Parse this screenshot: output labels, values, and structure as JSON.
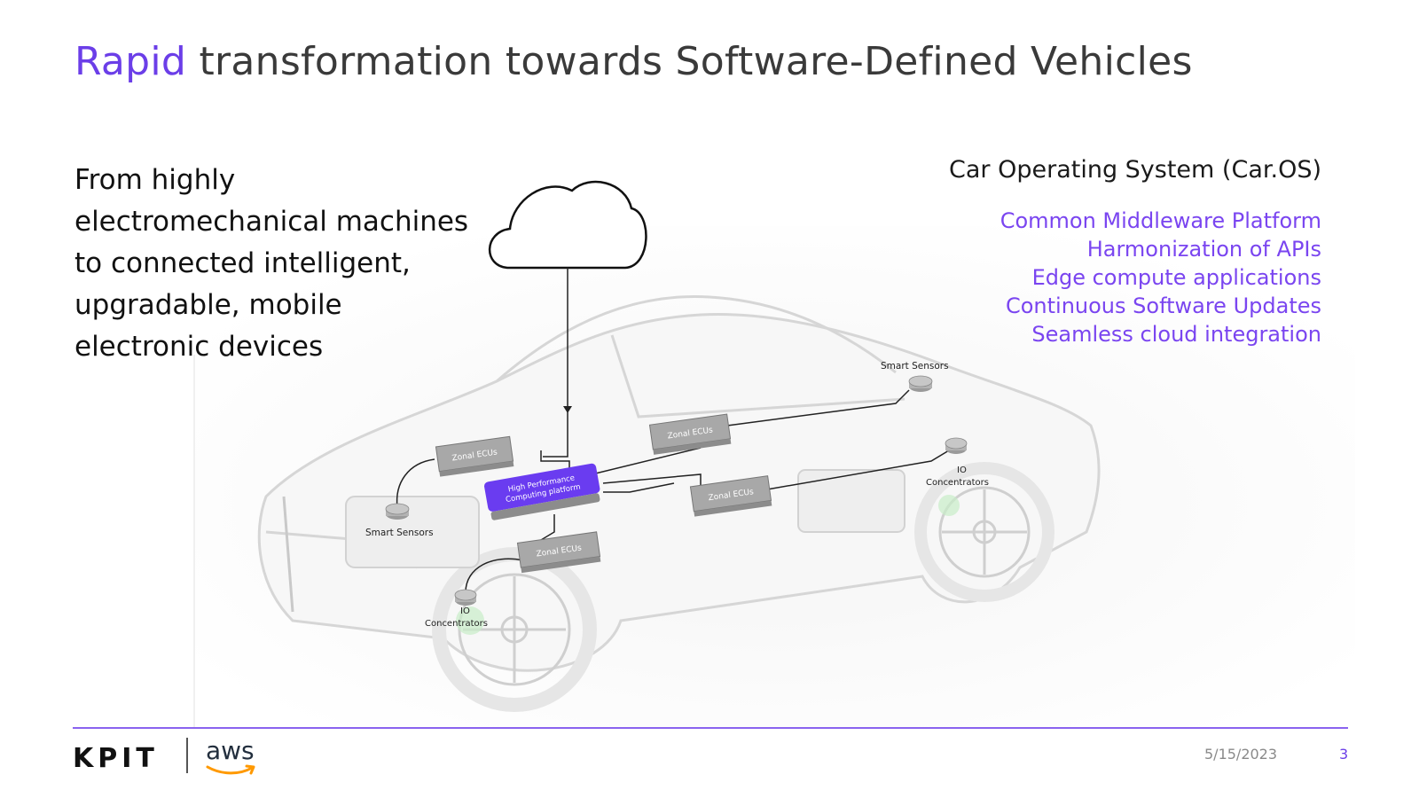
{
  "title": {
    "accent": "Rapid",
    "rest": " transformation towards Software-Defined Vehicles"
  },
  "intro": "From highly electromechanical machines to connected intelligent, upgradable, mobile electronic devices",
  "right_panel": {
    "heading": "Car Operating System (Car.OS)",
    "features": [
      "Common Middleware Platform",
      "Harmonization of APIs",
      "Edge compute applications",
      "Continuous Software Updates",
      "Seamless cloud integration"
    ]
  },
  "diagram": {
    "zonal_ecu": "Zonal ECUs",
    "hpc": "High Performance Computing platform",
    "hpc_line1": "High Performance",
    "hpc_line2": "Computing platform",
    "smart_sensors": "Smart Sensors",
    "io_line1": "IO",
    "io_line2": "Concentrators"
  },
  "footer": {
    "logo_kpit": "KPIT",
    "logo_aws": "aws",
    "date": "5/15/2023",
    "page": "3"
  },
  "colors": {
    "accent": "#6b3ee8",
    "feature": "#7a45f0",
    "hpc": "#6a3cf0"
  }
}
